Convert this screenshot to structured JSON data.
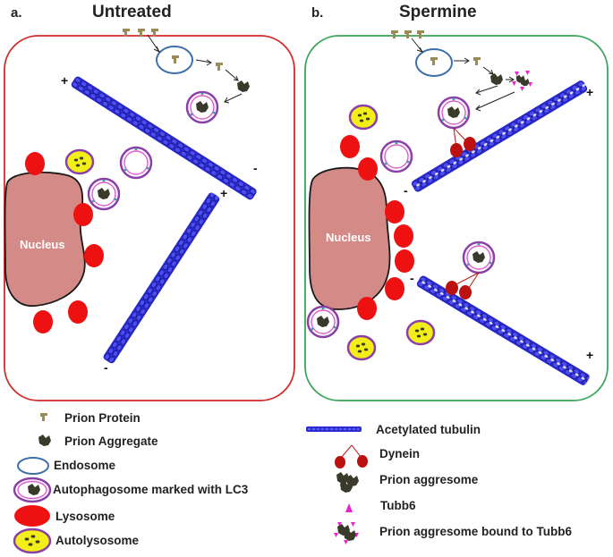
{
  "panels": {
    "a": {
      "letter": "a.",
      "title": "Untreated",
      "border_color": "#d42a2a"
    },
    "b": {
      "letter": "b.",
      "title": "Spermine",
      "border_color": "#3aa55a"
    }
  },
  "cell": {
    "nucleus_label": "Nucleus",
    "plus_sign": "+",
    "minus_sign": "-"
  },
  "colors": {
    "microtubule": "#2b2bd6",
    "nucleus_fill": "#d48a86",
    "lysosome": "#ee1111",
    "autolysosome": "#f2ee1a",
    "autolysosome_ring": "#8b3fa8",
    "autophagosome_ring": "#c23aa3",
    "endosome": "#3d6fa8",
    "prion_protein": "#9a8a55",
    "prion_aggregate": "#3a3a2a",
    "dynein": "#bb1111",
    "tubb6": "#ee22cc"
  },
  "legend_left": [
    {
      "icon": "prion-protein-icon",
      "label": "Prion Protein"
    },
    {
      "icon": "prion-aggregate-icon",
      "label": "Prion Aggregate"
    },
    {
      "icon": "endosome-icon",
      "label": "Endosome"
    },
    {
      "icon": "autophagosome-icon",
      "label": "Autophagosome marked with LC3"
    },
    {
      "icon": "lysosome-icon",
      "label": "Lysosome"
    },
    {
      "icon": "autolysosome-icon",
      "label": "Autolysosome"
    }
  ],
  "legend_right": [
    {
      "icon": "acetylated-tubulin-icon",
      "label": "Acetylated tubulin"
    },
    {
      "icon": "dynein-icon",
      "label": "Dynein"
    },
    {
      "icon": "prion-aggresome-icon",
      "label": "Prion aggresome"
    },
    {
      "icon": "tubb6-icon",
      "label": "Tubb6"
    },
    {
      "icon": "aggresome-tubb6-icon",
      "label": "Prion aggresome bound to Tubb6"
    }
  ]
}
